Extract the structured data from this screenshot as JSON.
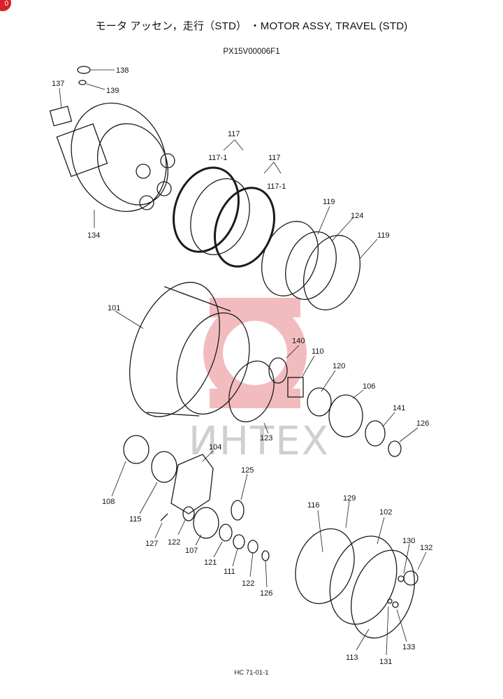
{
  "header": {
    "title": "モータ アッセン，走行（STD） ・MOTOR ASSY, TRAVEL (STD)",
    "code": "PX15V00006F1",
    "badge": "0"
  },
  "watermark": {
    "text": "ИНТЕХ",
    "color": "#e8868a"
  },
  "callouts": [
    {
      "id": "c138",
      "text": "138"
    },
    {
      "id": "c139",
      "text": "139"
    },
    {
      "id": "c137",
      "text": "137"
    },
    {
      "id": "c134",
      "text": "134"
    },
    {
      "id": "c117a",
      "text": "117"
    },
    {
      "id": "c117-1a",
      "text": "117-1"
    },
    {
      "id": "c117b",
      "text": "117"
    },
    {
      "id": "c117-1b",
      "text": "117-1"
    },
    {
      "id": "c119a",
      "text": "119"
    },
    {
      "id": "c124",
      "text": "124"
    },
    {
      "id": "c119b",
      "text": "119"
    },
    {
      "id": "c101",
      "text": "101"
    },
    {
      "id": "c140",
      "text": "140"
    },
    {
      "id": "c110",
      "text": "110"
    },
    {
      "id": "c120",
      "text": "120"
    },
    {
      "id": "c106",
      "text": "106"
    },
    {
      "id": "c141",
      "text": "141"
    },
    {
      "id": "c126a",
      "text": "126"
    },
    {
      "id": "c123",
      "text": "123"
    },
    {
      "id": "c104",
      "text": "104"
    },
    {
      "id": "c125",
      "text": "125"
    },
    {
      "id": "c108",
      "text": "108"
    },
    {
      "id": "c115",
      "text": "115"
    },
    {
      "id": "c127",
      "text": "127"
    },
    {
      "id": "c122a",
      "text": "122"
    },
    {
      "id": "c107",
      "text": "107"
    },
    {
      "id": "c121",
      "text": "121"
    },
    {
      "id": "c111",
      "text": "111"
    },
    {
      "id": "c122b",
      "text": "122"
    },
    {
      "id": "c126b",
      "text": "126"
    },
    {
      "id": "c116",
      "text": "116"
    },
    {
      "id": "c129",
      "text": "129"
    },
    {
      "id": "c102",
      "text": "102"
    },
    {
      "id": "c130",
      "text": "130"
    },
    {
      "id": "c132",
      "text": "132"
    },
    {
      "id": "c113",
      "text": "113"
    },
    {
      "id": "c131",
      "text": "131"
    },
    {
      "id": "c133",
      "text": "133"
    }
  ],
  "footer": {
    "text": "HC 71-01-1"
  }
}
